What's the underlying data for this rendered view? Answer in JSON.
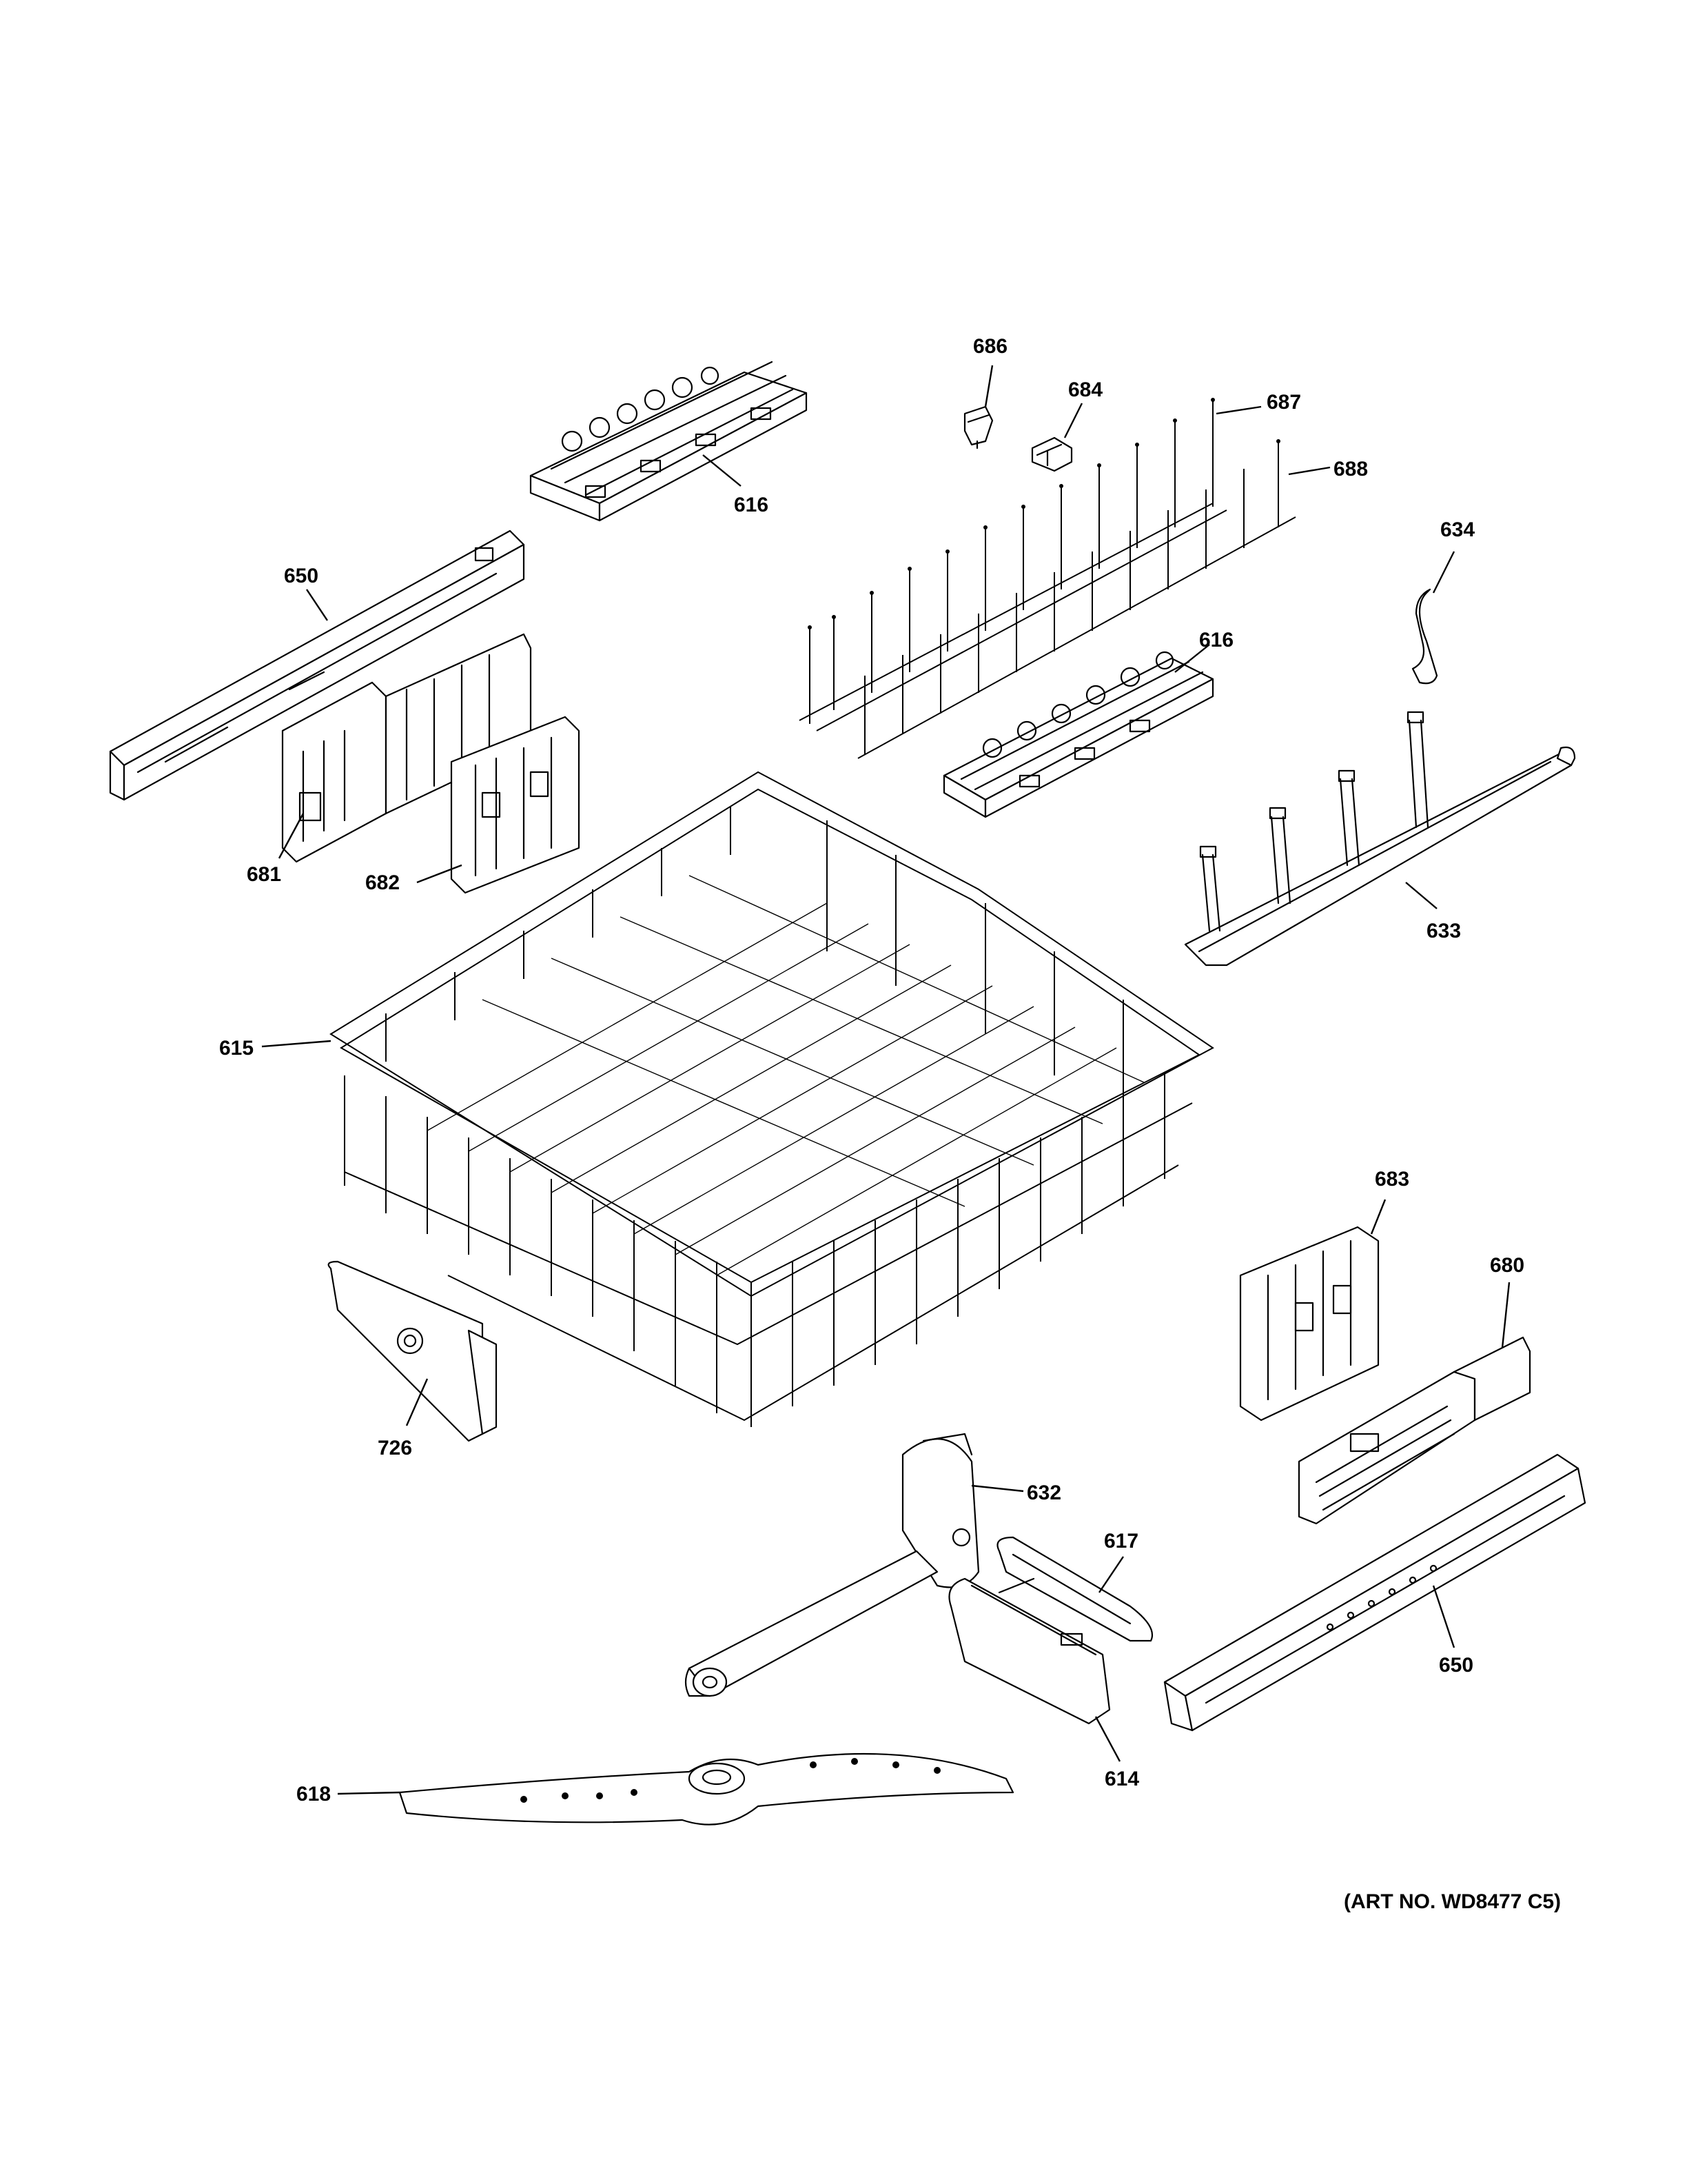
{
  "callouts": [
    {
      "id": "686",
      "label": "686"
    },
    {
      "id": "684",
      "label": "684"
    },
    {
      "id": "687",
      "label": "687"
    },
    {
      "id": "688",
      "label": "688"
    },
    {
      "id": "616a",
      "label": "616"
    },
    {
      "id": "650a",
      "label": "650"
    },
    {
      "id": "634",
      "label": "634"
    },
    {
      "id": "616b",
      "label": "616"
    },
    {
      "id": "681",
      "label": "681"
    },
    {
      "id": "682",
      "label": "682"
    },
    {
      "id": "633",
      "label": "633"
    },
    {
      "id": "615",
      "label": "615"
    },
    {
      "id": "683",
      "label": "683"
    },
    {
      "id": "680",
      "label": "680"
    },
    {
      "id": "726",
      "label": "726"
    },
    {
      "id": "632",
      "label": "632"
    },
    {
      "id": "617",
      "label": "617"
    },
    {
      "id": "650b",
      "label": "650"
    },
    {
      "id": "614",
      "label": "614"
    },
    {
      "id": "618",
      "label": "618"
    }
  ],
  "art_number": "(ART NO. WD8477 C5)"
}
